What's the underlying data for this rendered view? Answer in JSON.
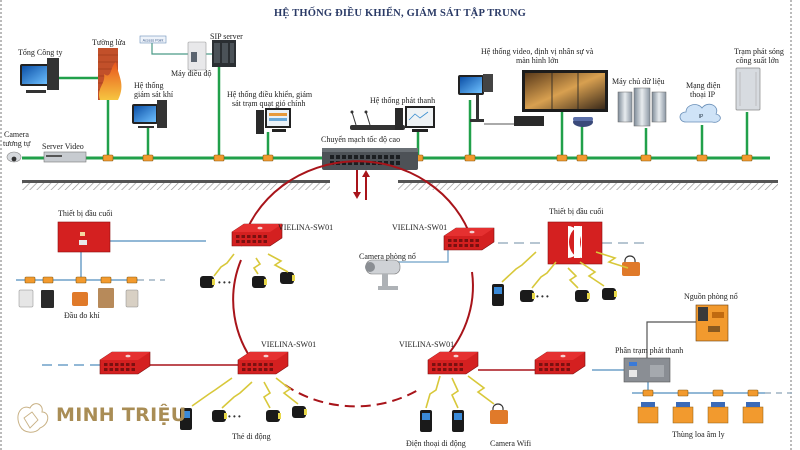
{
  "title": "HỆ THỐNG ĐIỀU KHIỂN, GIÁM SÁT TẬP TRUNG",
  "colors": {
    "backbone": "#21a04a",
    "connector": "#f29a2e",
    "ring": "#a8141a",
    "switch": "#d42020",
    "branch_line": "#6ea0c8",
    "ground": "#555555",
    "brand": "#a98d55"
  },
  "surface": {
    "labels": {
      "tong_cong_ty": "Tổng Công ty",
      "tuong_lua": "Tường lửa",
      "may_dieu_do": "Máy điều độ",
      "sip_server": "SIP server",
      "giam_sat_khi": [
        "Hệ thống",
        "giám sát khí"
      ],
      "camera_tuong_tu": [
        "Camera",
        "tương tự"
      ],
      "server_video": "Server Video",
      "dieu_khien_quat": [
        "Hệ thống điều khiển, giám",
        "sát trạm quạt gió chính"
      ],
      "phat_thanh": "Hệ thống phát thanh",
      "chuyen_mach": "Chuyển mạch tốc độ cao",
      "video_dinh_vi": [
        "Hệ thống video, định vị nhân sự và",
        "màn hình lớn"
      ],
      "may_chu_du_lieu": "Máy chủ dữ liệu",
      "mang_dien_thoai_ip": [
        "Mạng điện",
        "thoại IP"
      ],
      "tram_phat_song": [
        "Trạm phát sóng",
        "công suất lớn"
      ],
      "cloud_text": "IP",
      "badge_text": "Access Point"
    }
  },
  "underground": {
    "labels": {
      "thiet_bi_dau_cuoi_left": "Thiết bị đầu cuối",
      "dau_do_khi": "Đầu đo khí",
      "sw_top_left": "VIELINA-SW01",
      "sw_top_right": "VIELINA-SW01",
      "camera_phong_no": "Camera phòng nổ",
      "thiet_bi_dau_cuoi_right": "Thiết bị đầu cuối",
      "sw_bottom_left": "VIELINA-SW01",
      "sw_bottom_right": "VIELINA-SW01",
      "the_di_dong": "Thẻ di động",
      "dien_thoai_di_dong": "Điện thoại di động",
      "camera_wifi": "Camera Wifi",
      "nguon_phong_no": "Nguồn phòng nổ",
      "phan_tram_phat_thanh": "Phân trạm phát thanh",
      "thung_loa": "Thùng loa âm ly",
      "ellipsis": "• • •"
    }
  },
  "brand": {
    "name": "MINH TRIỆU"
  }
}
